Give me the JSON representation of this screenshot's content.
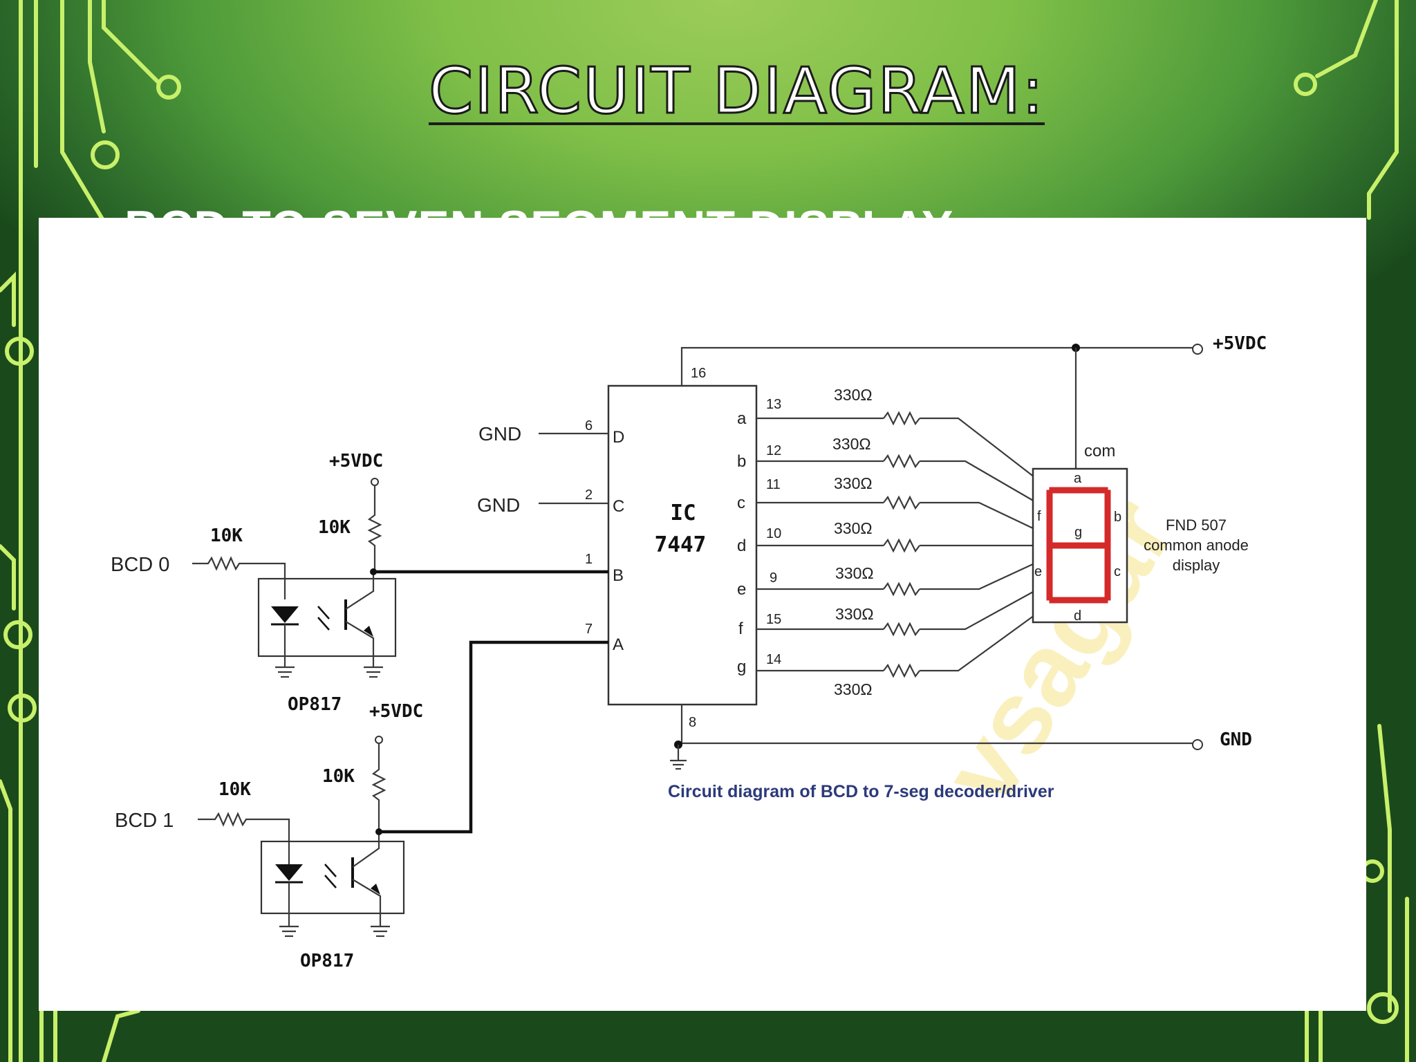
{
  "title": "CIRCUIT DIAGRAM:",
  "subtitle": "BCD TO SEVEN SEGMENT DISPLAY",
  "diagram": {
    "watermark": "vsagar",
    "caption": "Circuit diagram of BCD to 7-seg decoder/driver",
    "ic": {
      "label1": "IC",
      "label2": "7447",
      "vcc_pin": "16",
      "gnd_pin": "8",
      "inputs": [
        {
          "letter": "D",
          "pin": "6",
          "source": "GND"
        },
        {
          "letter": "C",
          "pin": "2",
          "source": "GND"
        },
        {
          "letter": "B",
          "pin": "1",
          "source": "BCD 0"
        },
        {
          "letter": "A",
          "pin": "7",
          "source": "BCD 1"
        }
      ],
      "outputs": [
        {
          "letter": "a",
          "pin": "13"
        },
        {
          "letter": "b",
          "pin": "12"
        },
        {
          "letter": "c",
          "pin": "11"
        },
        {
          "letter": "d",
          "pin": "10"
        },
        {
          "letter": "e",
          "pin": "9"
        },
        {
          "letter": "f",
          "pin": "15"
        },
        {
          "letter": "g",
          "pin": "14"
        }
      ]
    },
    "segment_resistor": "330Ω",
    "power": {
      "top_label": "+5VDC",
      "bottom_label": "GND"
    },
    "display": {
      "com_label": "com",
      "segments": [
        "a",
        "b",
        "c",
        "d",
        "e",
        "f",
        "g"
      ],
      "label1": "FND 507",
      "label2": "common anode",
      "label3": "display"
    },
    "inputs": [
      {
        "label": "BCD 0",
        "resistor": "10K",
        "pullup": "10K",
        "vcc": "+5VDC",
        "part": "OP817"
      },
      {
        "label": "BCD 1",
        "resistor": "10K",
        "pullup": "10K",
        "vcc": "+5VDC",
        "part": "OP817"
      }
    ]
  }
}
